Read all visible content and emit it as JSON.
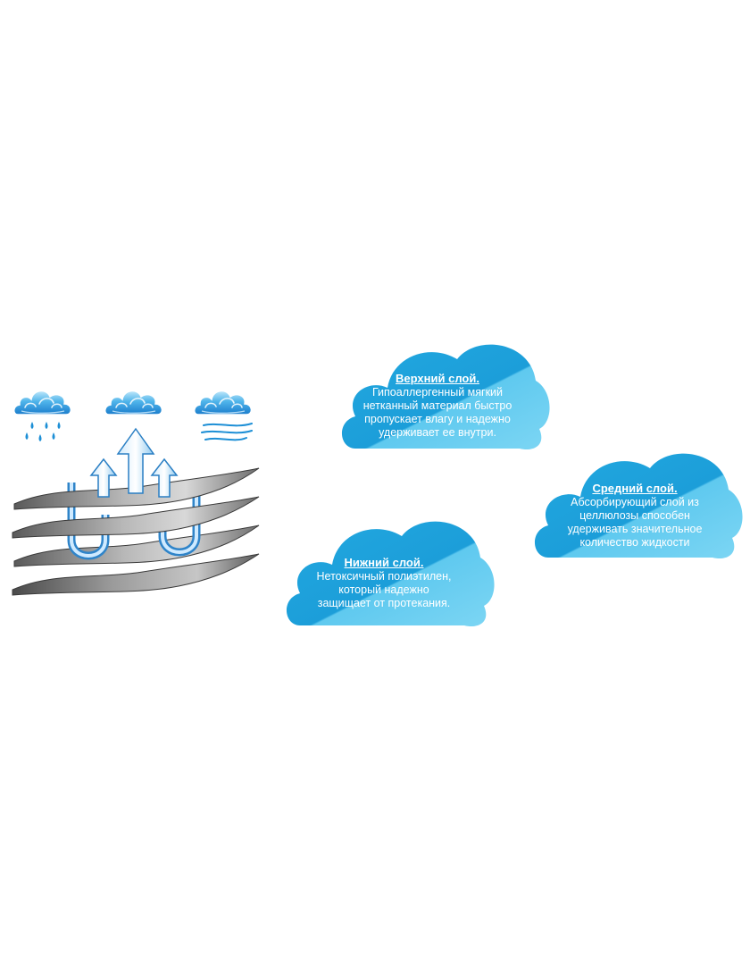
{
  "layers": {
    "top": {
      "title": "Верхний слой.",
      "desc": "Гипоаллергенный мягкий\nнетканный материал быстро\nпропускает влагу и надежно\nудерживает ее внутри."
    },
    "middle": {
      "title": "Средний слой.",
      "desc": "Абсорбирующий слой из\nцеллюлозы способен\nудерживать значительное\nколичество жидкости"
    },
    "bottom": {
      "title": "Нижний слой.",
      "desc": "Нетоксичный полиэтилен,\nкоторый надежно\nзащищает от протекания."
    }
  },
  "colors": {
    "cloud_light": "#6ccff2",
    "cloud_dark": "#1fa5de",
    "icon_blue": "#1d8fd6",
    "layer_gray": "#808080"
  },
  "icons": [
    "rain-cloud-icon",
    "cloud-icon",
    "wind-cloud-icon"
  ]
}
